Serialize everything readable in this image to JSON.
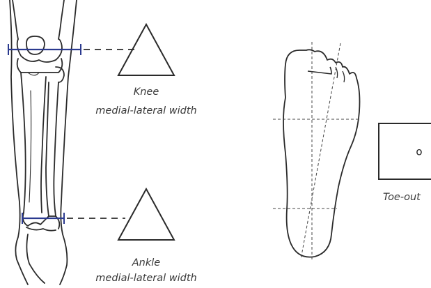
{
  "knee": {
    "label_line1": "Knee",
    "label_line2": "medial-lateral width"
  },
  "ankle": {
    "label_line1": "Ankle",
    "label_line2": "medial-lateral width"
  },
  "toe_out": {
    "label": "Toe-out",
    "value": "o"
  },
  "colors": {
    "line": "#2a2a2a",
    "measure": "#2b3a8f",
    "guide": "#444444"
  }
}
